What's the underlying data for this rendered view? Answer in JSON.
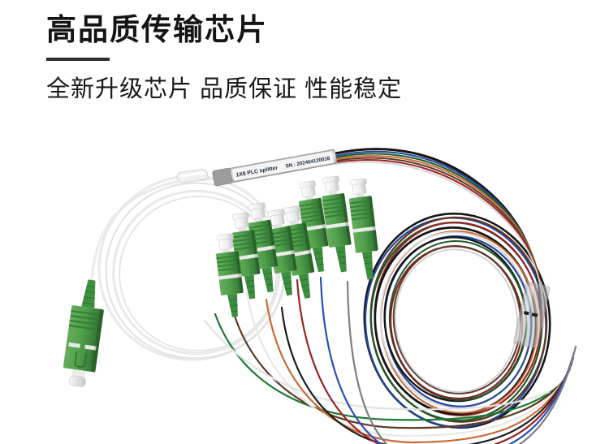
{
  "header": {
    "title": "高品质传输芯片",
    "subtitle": "全新升级芯片 品质保证 性能稳定",
    "underline_color": "#2d2d2d",
    "text_color": "#141414"
  },
  "product": {
    "tube_label": "1X8 PLC splitter",
    "tube_serial": "SN : 202404120018",
    "type": "fiber-optic 1x8 PLC splitter with SC/APC connectors",
    "connector_green": "#4f9f4a",
    "connector_green_dark": "#2d6e30",
    "cap_white": "#f2f2f2",
    "tube_silver": "#c9c9c9",
    "input_fiber_white": "#e4e4e4",
    "pigtail_fiber_colors": [
      "#1e7a32",
      "#5e3a28",
      "#e8e8e6",
      "#cc6a33",
      "#1c1c1c",
      "#9a2424",
      "#2a50b5",
      "#7a8088"
    ],
    "coil_strand_colors": [
      "#161616",
      "#24489e",
      "#5e3a28",
      "#1c5c2a",
      "#9a2424",
      "#c96a35",
      "#d8d8d8",
      "#7a2020"
    ],
    "output_count": 8
  }
}
